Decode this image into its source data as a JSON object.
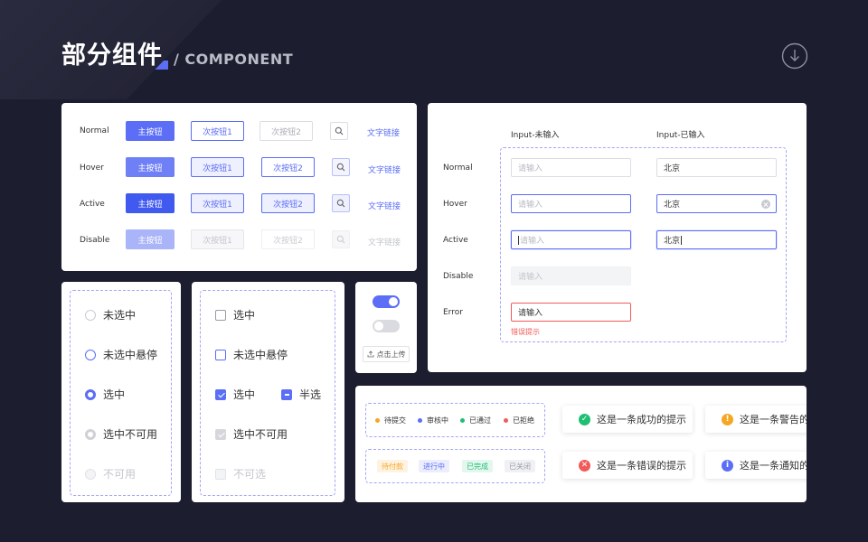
{
  "header": {
    "title": "部分组件",
    "subtitle": "/ COMPONENT"
  },
  "colors": {
    "primary": "#5b6ef5",
    "background": "#1c1d2e",
    "error": "#f25a5a",
    "success": "#1dbf73",
    "warning": "#f5a623"
  },
  "buttons": {
    "rows": [
      {
        "state": "Normal",
        "primary": "主按钮",
        "secondary1": "次按钮1",
        "secondary2": "次按钮2",
        "link": "文字链接"
      },
      {
        "state": "Hover",
        "primary": "主按钮",
        "secondary1": "次按钮1",
        "secondary2": "次按钮2",
        "link": "文字链接"
      },
      {
        "state": "Active",
        "primary": "主按钮",
        "secondary1": "次按钮1",
        "secondary2": "次按钮2",
        "link": "文字链接"
      },
      {
        "state": "Disable",
        "primary": "主按钮",
        "secondary1": "次按钮1",
        "secondary2": "次按钮2",
        "link": "文字链接"
      }
    ]
  },
  "inputs": {
    "col_empty": "Input-未输入",
    "col_filled": "Input-已输入",
    "rows": [
      {
        "state": "Normal",
        "placeholder": "请输入",
        "value": "北京"
      },
      {
        "state": "Hover",
        "placeholder": "请输入",
        "value": "北京"
      },
      {
        "state": "Active",
        "placeholder": "请输入",
        "value": "北京"
      },
      {
        "state": "Disable",
        "placeholder": "请输入"
      },
      {
        "state": "Error",
        "value": "请输入",
        "error_tip": "错误提示"
      }
    ]
  },
  "radios": [
    {
      "label": "未选中"
    },
    {
      "label": "未选中悬停"
    },
    {
      "label": "选中"
    },
    {
      "label": "选中不可用"
    },
    {
      "label": "不可用"
    }
  ],
  "checkboxes": [
    {
      "label": "选中"
    },
    {
      "label": "未选中悬停"
    },
    {
      "label": "选中"
    },
    {
      "label": "半选"
    },
    {
      "label": "选中不可用"
    },
    {
      "label": "不可选"
    }
  ],
  "upload": {
    "label": "点击上传"
  },
  "statuses": [
    {
      "label": "待提交",
      "color": "#f5a623"
    },
    {
      "label": "审核中",
      "color": "#5b6ef5"
    },
    {
      "label": "已通过",
      "color": "#1dbf73"
    },
    {
      "label": "已拒绝",
      "color": "#f25a5a"
    }
  ],
  "tags": [
    {
      "label": "待付款",
      "color": "#f5a623",
      "bg": "#fef3e2"
    },
    {
      "label": "进行中",
      "color": "#5b6ef5",
      "bg": "#eceefe"
    },
    {
      "label": "已完成",
      "color": "#1dbf73",
      "bg": "#e4f7ee"
    },
    {
      "label": "已关闭",
      "color": "#9a9ca6",
      "bg": "#f0f1f4"
    }
  ],
  "toasts": [
    {
      "text": "这是一条成功的提示",
      "icon": "check-icon",
      "color": "#1dbf73"
    },
    {
      "text": "这是一条警告的提示",
      "icon": "exclamation-icon",
      "color": "#f5a623"
    },
    {
      "text": "这是一条错误的提示",
      "icon": "cross-icon",
      "color": "#f25a5a"
    },
    {
      "text": "这是一条通知的提示",
      "icon": "info-icon",
      "color": "#5b6ef5"
    }
  ]
}
